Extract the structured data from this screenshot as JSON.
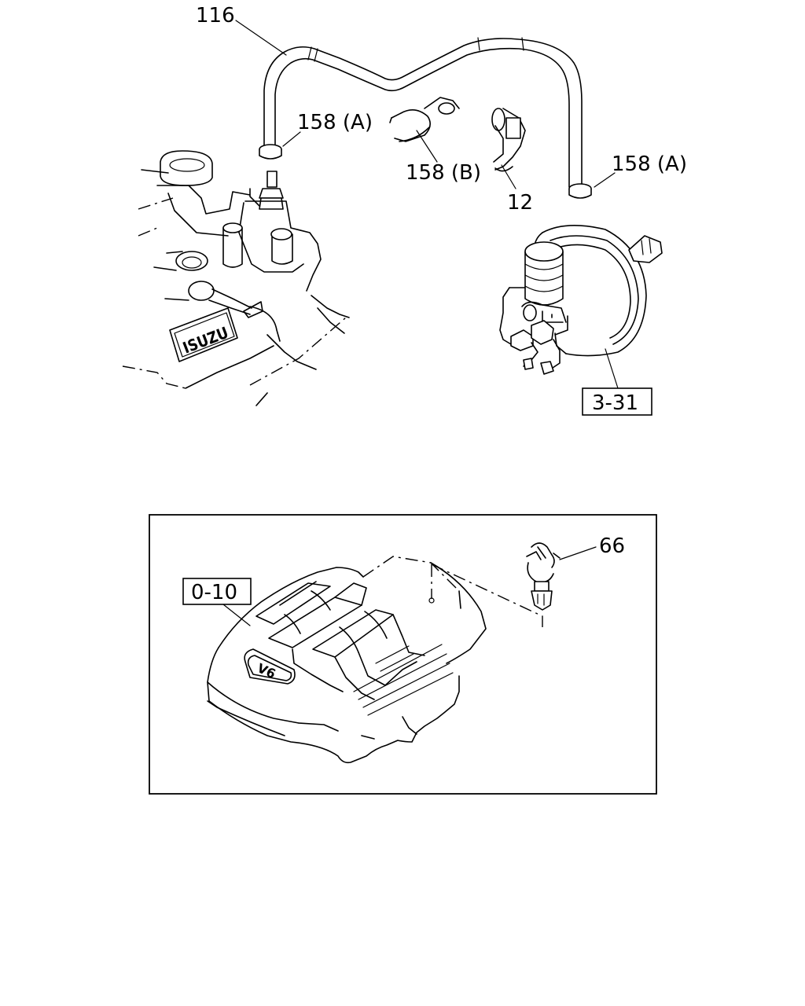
{
  "callouts": {
    "hose": "116",
    "clamp_a_left": "158 (A)",
    "clamp_b": "158 (B)",
    "bracket": "12",
    "clamp_a_right": "158 (A)",
    "booster_ref": "3-31",
    "cover_clip": "66",
    "cover_ref": "0-10"
  },
  "engine": {
    "logo_text": "ISUZU",
    "cover_badge": "V6"
  }
}
